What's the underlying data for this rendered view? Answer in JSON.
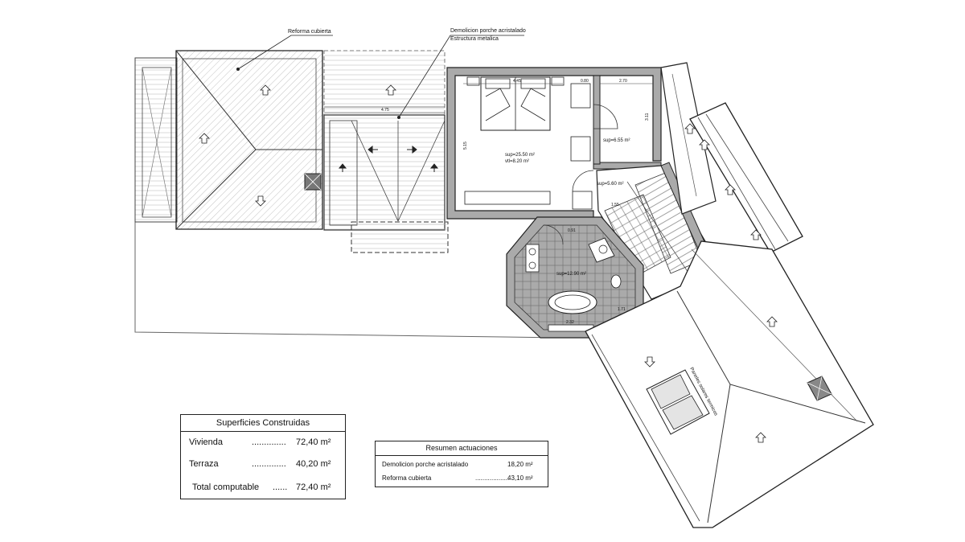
{
  "annotations": {
    "roof_reform": "Reforma cubierta",
    "porch_demolition": "Demolicion porche acristalado",
    "metal_structure": "Estructura metalica",
    "solar_panels": "Paneles solares termicos"
  },
  "rooms": {
    "bedroom_area": "sup=25.50 m²",
    "bedroom_closet": "vtl=8.20 m²",
    "dressing_area": "sup=6.55 m²",
    "hall_area": "sup=5.60 m²",
    "bathroom_area": "sup=12.90 m²"
  },
  "dimensions": {
    "porch_width": "4.75",
    "bedroom_width": "4.45",
    "closet_width": "0.80",
    "dressing_width": "2.70",
    "bedroom_depth": "5.15",
    "dressing_depth": "3.11",
    "hall_width": "1.55",
    "corridor_width": "0.91",
    "bath_width": "2.32",
    "bath_side": "1.71"
  },
  "surfaces_table": {
    "title": "Superficies Construidas",
    "rows": [
      {
        "label": "Vivienda",
        "dots": "..............",
        "value": "72,40 m²"
      },
      {
        "label": "Terraza",
        "dots": "..............",
        "value": "40,20 m²"
      },
      {
        "label": "Total computable",
        "dots": "......",
        "value": "72,40 m²"
      }
    ]
  },
  "actions_table": {
    "title": "Resumen actuaciones",
    "rows": [
      {
        "label": "Demolicion porche acristalado",
        "dots": "",
        "value": "18,20 m²"
      },
      {
        "label": "Reforma cubierta",
        "dots": "...................",
        "value": "43,10 m²"
      }
    ]
  }
}
